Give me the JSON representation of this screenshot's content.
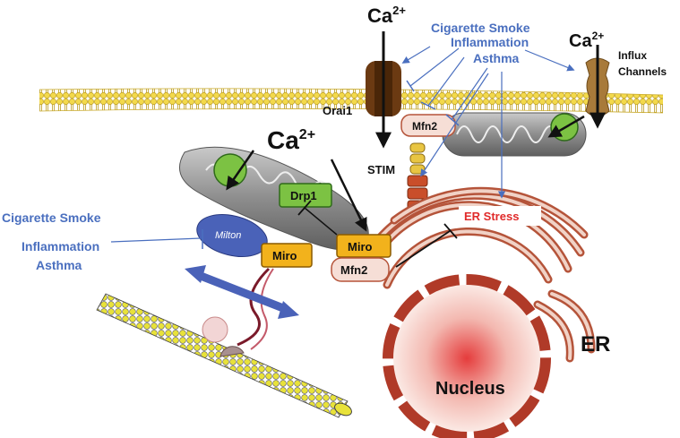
{
  "labels": {
    "ca_top": "Ca",
    "ca_right": "Ca",
    "ca_mid": "Ca",
    "superscript": "2+",
    "influx_line1": "Influx",
    "influx_line2": "Channels",
    "orai1": "Orai1",
    "stim": "STIM",
    "mfn2_top": "Mfn2",
    "mfn2_bottom": "Mfn2",
    "drp1": "Drp1",
    "miro_left": "Miro",
    "miro_right": "Miro",
    "milton": "Milton",
    "er_stress": "ER Stress",
    "er": "ER",
    "nucleus": "Nucleus"
  },
  "stimuli_top": [
    "Cigarette Smoke",
    "Inflammation",
    "Asthma"
  ],
  "stimuli_left": [
    "Cigarette Smoke",
    "Inflammation",
    "Asthma"
  ],
  "colors": {
    "stimulus_text": "#4a6fbf",
    "er_stress_text": "#e02a2a",
    "er_membrane": "#b5543a",
    "mitochondria": "#8a8a8a",
    "calcium_ball": "#7cc243",
    "miro_box": "#f2b21c",
    "drp1_box": "#7cc243",
    "milton_oval": "#4a62b8",
    "membrane_head": "#f2d94a",
    "orai_channel": "#6b3a12",
    "influx_channel": "#a87a3a"
  },
  "icons": {
    "calcium_ion": "green-circle",
    "channel": "brown-barrel",
    "arrow": "black-arrow"
  }
}
